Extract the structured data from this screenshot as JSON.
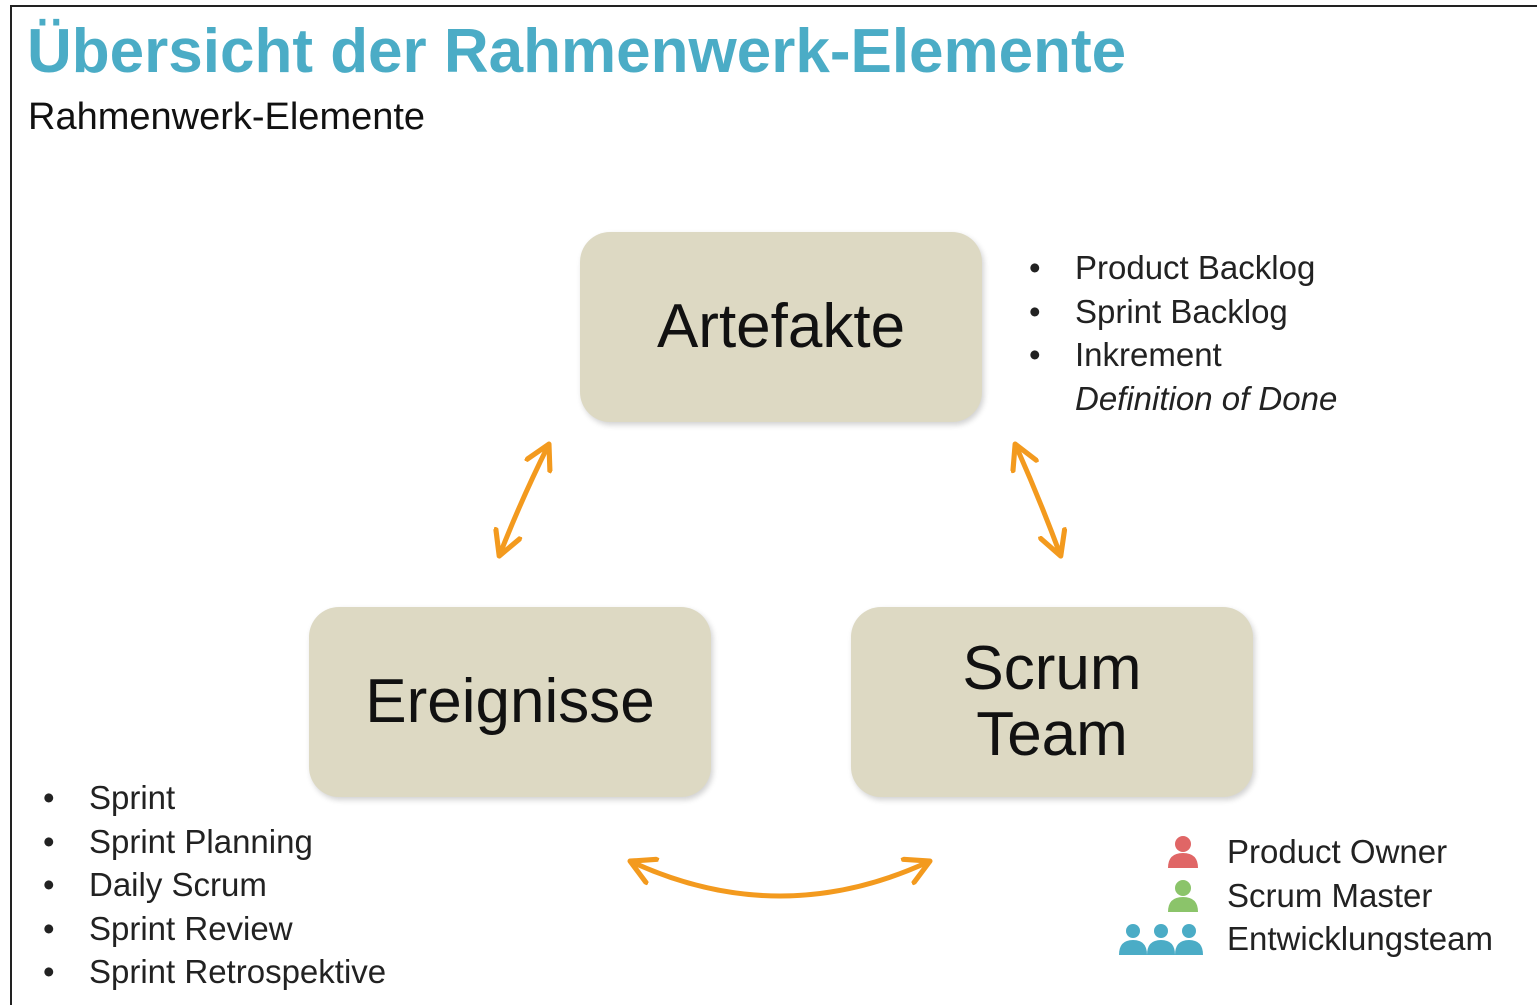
{
  "title": "Übersicht der Rahmenwerk-Elemente",
  "subtitle": "Rahmenwerk-Elemente",
  "boxes": {
    "artefakte": "Artefakte",
    "ereignisse": "Ereignisse",
    "team_line1": "Scrum",
    "team_line2": "Team"
  },
  "artefakte_items": [
    "Product Backlog",
    "Sprint Backlog",
    "Inkrement",
    "Definition of Done"
  ],
  "ereignisse_items": [
    "Sprint",
    "Sprint Planning",
    "Daily Scrum",
    "Sprint Review",
    "Sprint Retrospektive"
  ],
  "roles": [
    {
      "label": "Product Owner",
      "icon": "person-icon",
      "color": "#e06666"
    },
    {
      "label": "Scrum Master",
      "icon": "person-icon",
      "color": "#8bc46a"
    },
    {
      "label": "Entwicklungsteam",
      "icon": "group-icon",
      "color": "#4bacc6"
    }
  ],
  "colors": {
    "title": "#4bacc6",
    "box_fill": "#ddd9c3",
    "arrow": "#f39a1e"
  },
  "bullet": "•"
}
